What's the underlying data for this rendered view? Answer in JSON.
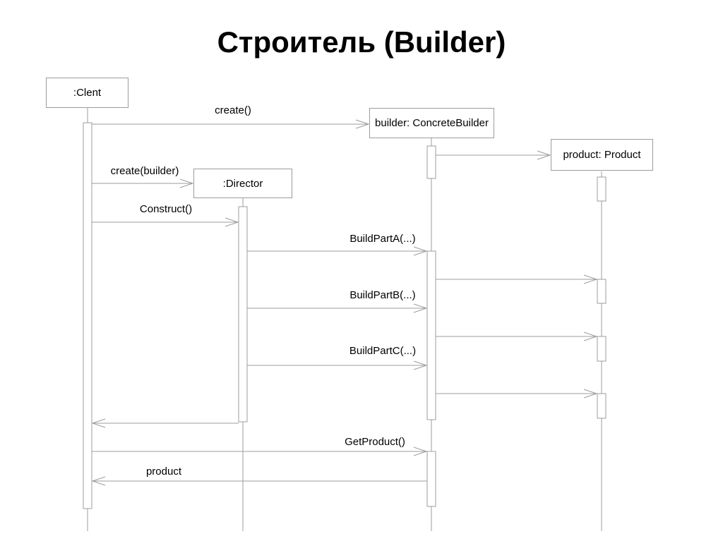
{
  "title": "Строитель (Builder)",
  "colors": {
    "line": "#9c9c9c",
    "box_border": "#9c9c9c",
    "text": "#000000",
    "background": "#ffffff"
  },
  "objects": {
    "client": ":Clent",
    "builder": "builder: ConcreteBuilder",
    "director": ":Director",
    "product": "product: Product"
  },
  "messages": {
    "create": "create()",
    "create_builder": "create(builder)",
    "construct": "Construct()",
    "build_part_a": "BuildPartA(...)",
    "build_part_b": "BuildPartB(...)",
    "build_part_c": "BuildPartC(...)",
    "get_product": "GetProduct()",
    "product_return": "product"
  }
}
